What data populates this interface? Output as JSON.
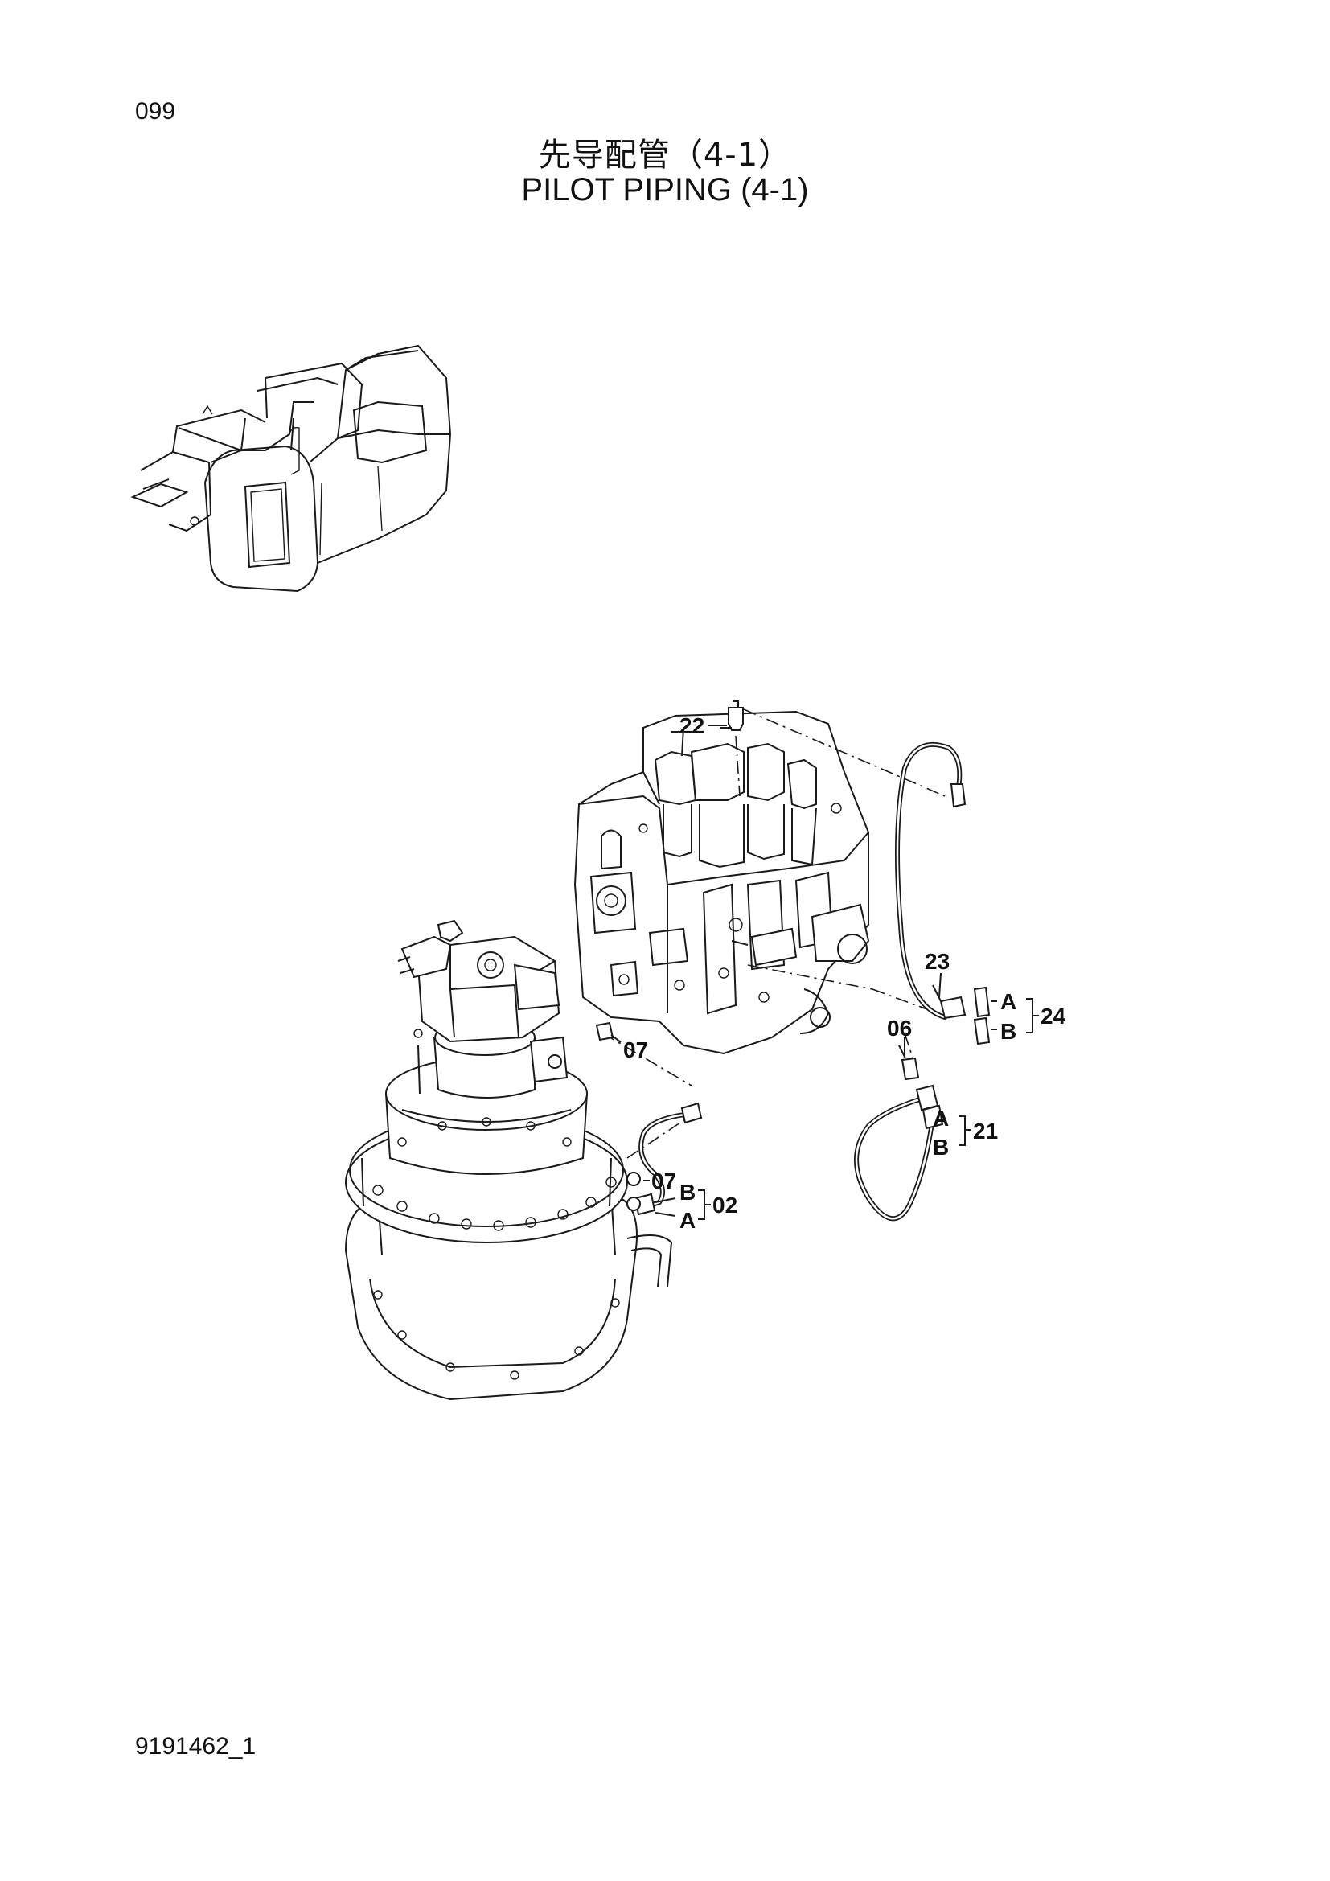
{
  "page": {
    "number": "099",
    "drawing_id": "9191462_1"
  },
  "title": {
    "chinese": "先导配管（4-1）",
    "english": "PILOT PIPING (4-1)"
  },
  "callouts": {
    "c22": "22",
    "c07_upper": "07",
    "c07_lower": "07",
    "c23": "23",
    "c06": "06",
    "c24": "24",
    "c21": "21",
    "c02": "02",
    "a24": "A",
    "b24": "B",
    "a21": "A",
    "b21": "B",
    "a02": "A",
    "b02": "B"
  }
}
